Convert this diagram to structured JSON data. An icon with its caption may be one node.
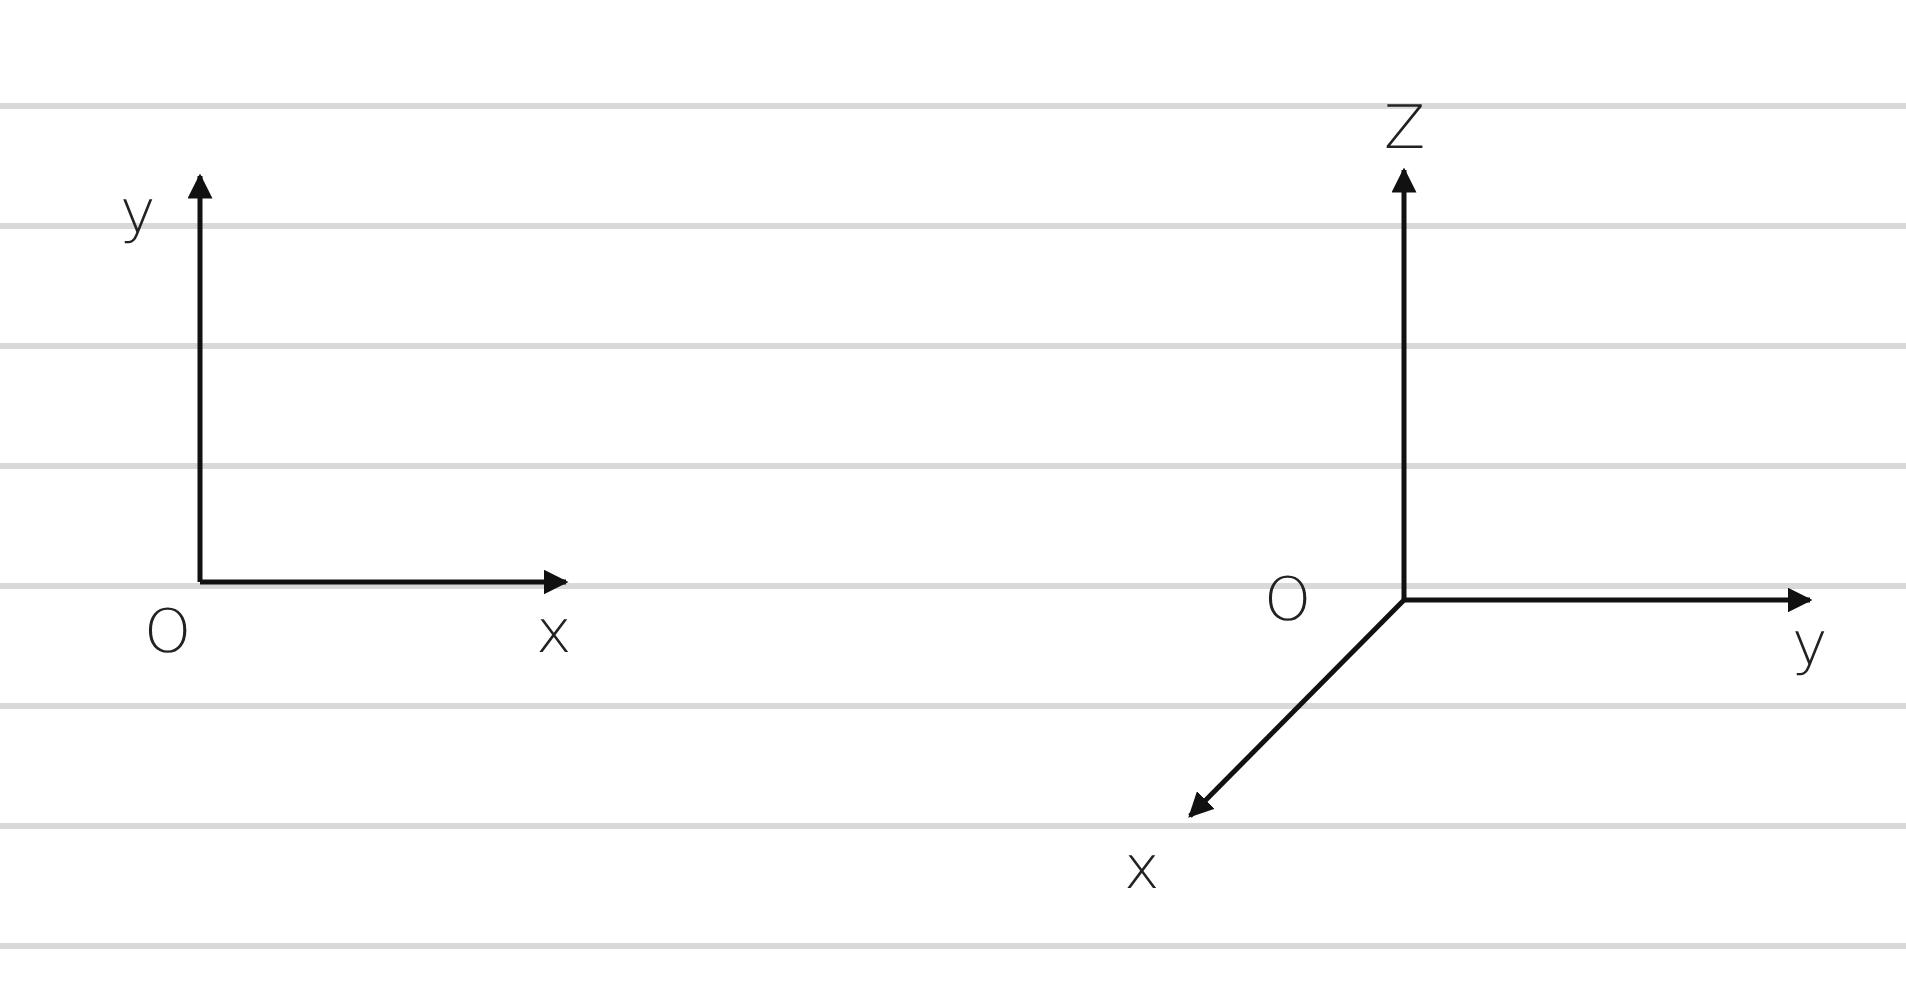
{
  "diagram": {
    "labels": [
      "y",
      "O",
      "x",
      "Z",
      "O",
      "y",
      "x"
    ]
  }
}
